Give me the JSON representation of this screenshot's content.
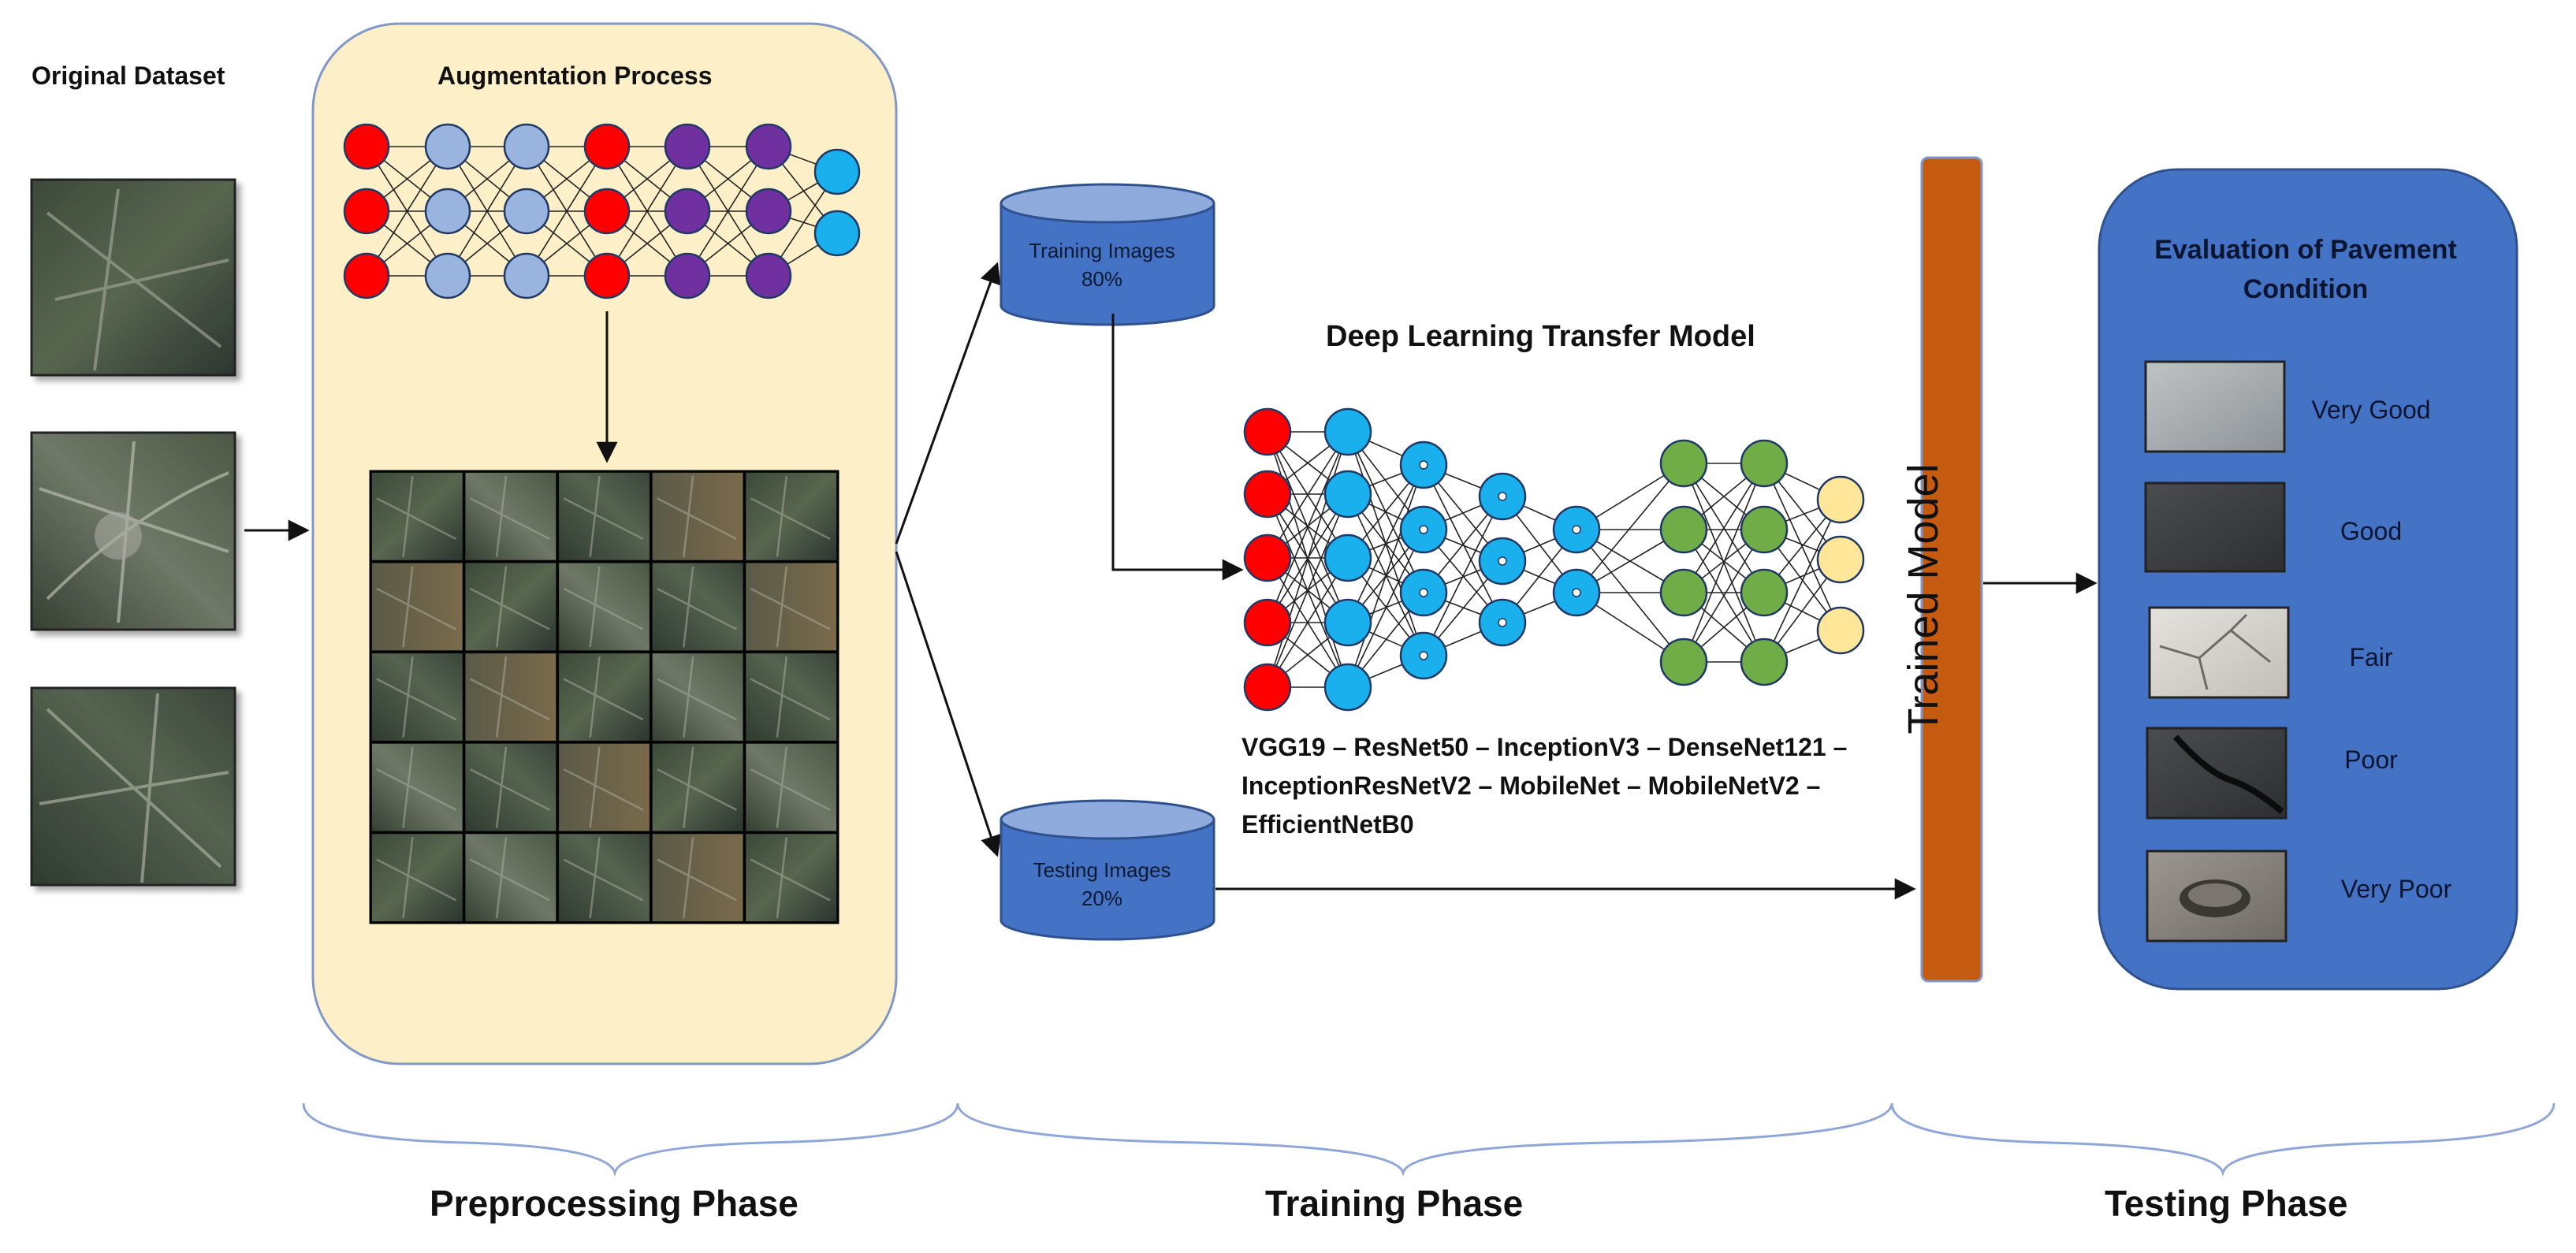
{
  "original_dataset": {
    "label": "Original Dataset"
  },
  "augmentation": {
    "label": "Augmentation Process"
  },
  "split": {
    "training": {
      "line1": "Training Images",
      "line2": "80%"
    },
    "testing": {
      "line1": "Testing Images",
      "line2": "20%"
    }
  },
  "transfer_model": {
    "title": "Deep Learning Transfer Model",
    "models_line1": "VGG19 – ResNet50 – InceptionV3 – DenseNet121 –",
    "models_line2": "InceptionResNetV2 – MobileNet – MobileNetV2 –",
    "models_line3": "EfficientNetB0"
  },
  "trained_model": {
    "label": "Trained Model"
  },
  "evaluation": {
    "title": "Evaluation of Pavement Condition",
    "conditions": [
      "Very Good",
      "Good",
      "Fair",
      "Poor",
      "Very Poor"
    ]
  },
  "phases": [
    "Preprocessing  Phase",
    "Training  Phase",
    "Testing  Phase"
  ],
  "colors": {
    "augmentation_panel": "#fdf0c8",
    "cylinder": "#4472c4",
    "evaluation_panel": "#4472c4",
    "trained_model_bar": "#c55a11",
    "node_red": "#ff0000",
    "node_light_blue": "#9ab4e0",
    "node_purple": "#7030a0",
    "node_cyan": "#1ab0ee",
    "node_green": "#70ad47",
    "node_yellow": "#ffe699"
  }
}
